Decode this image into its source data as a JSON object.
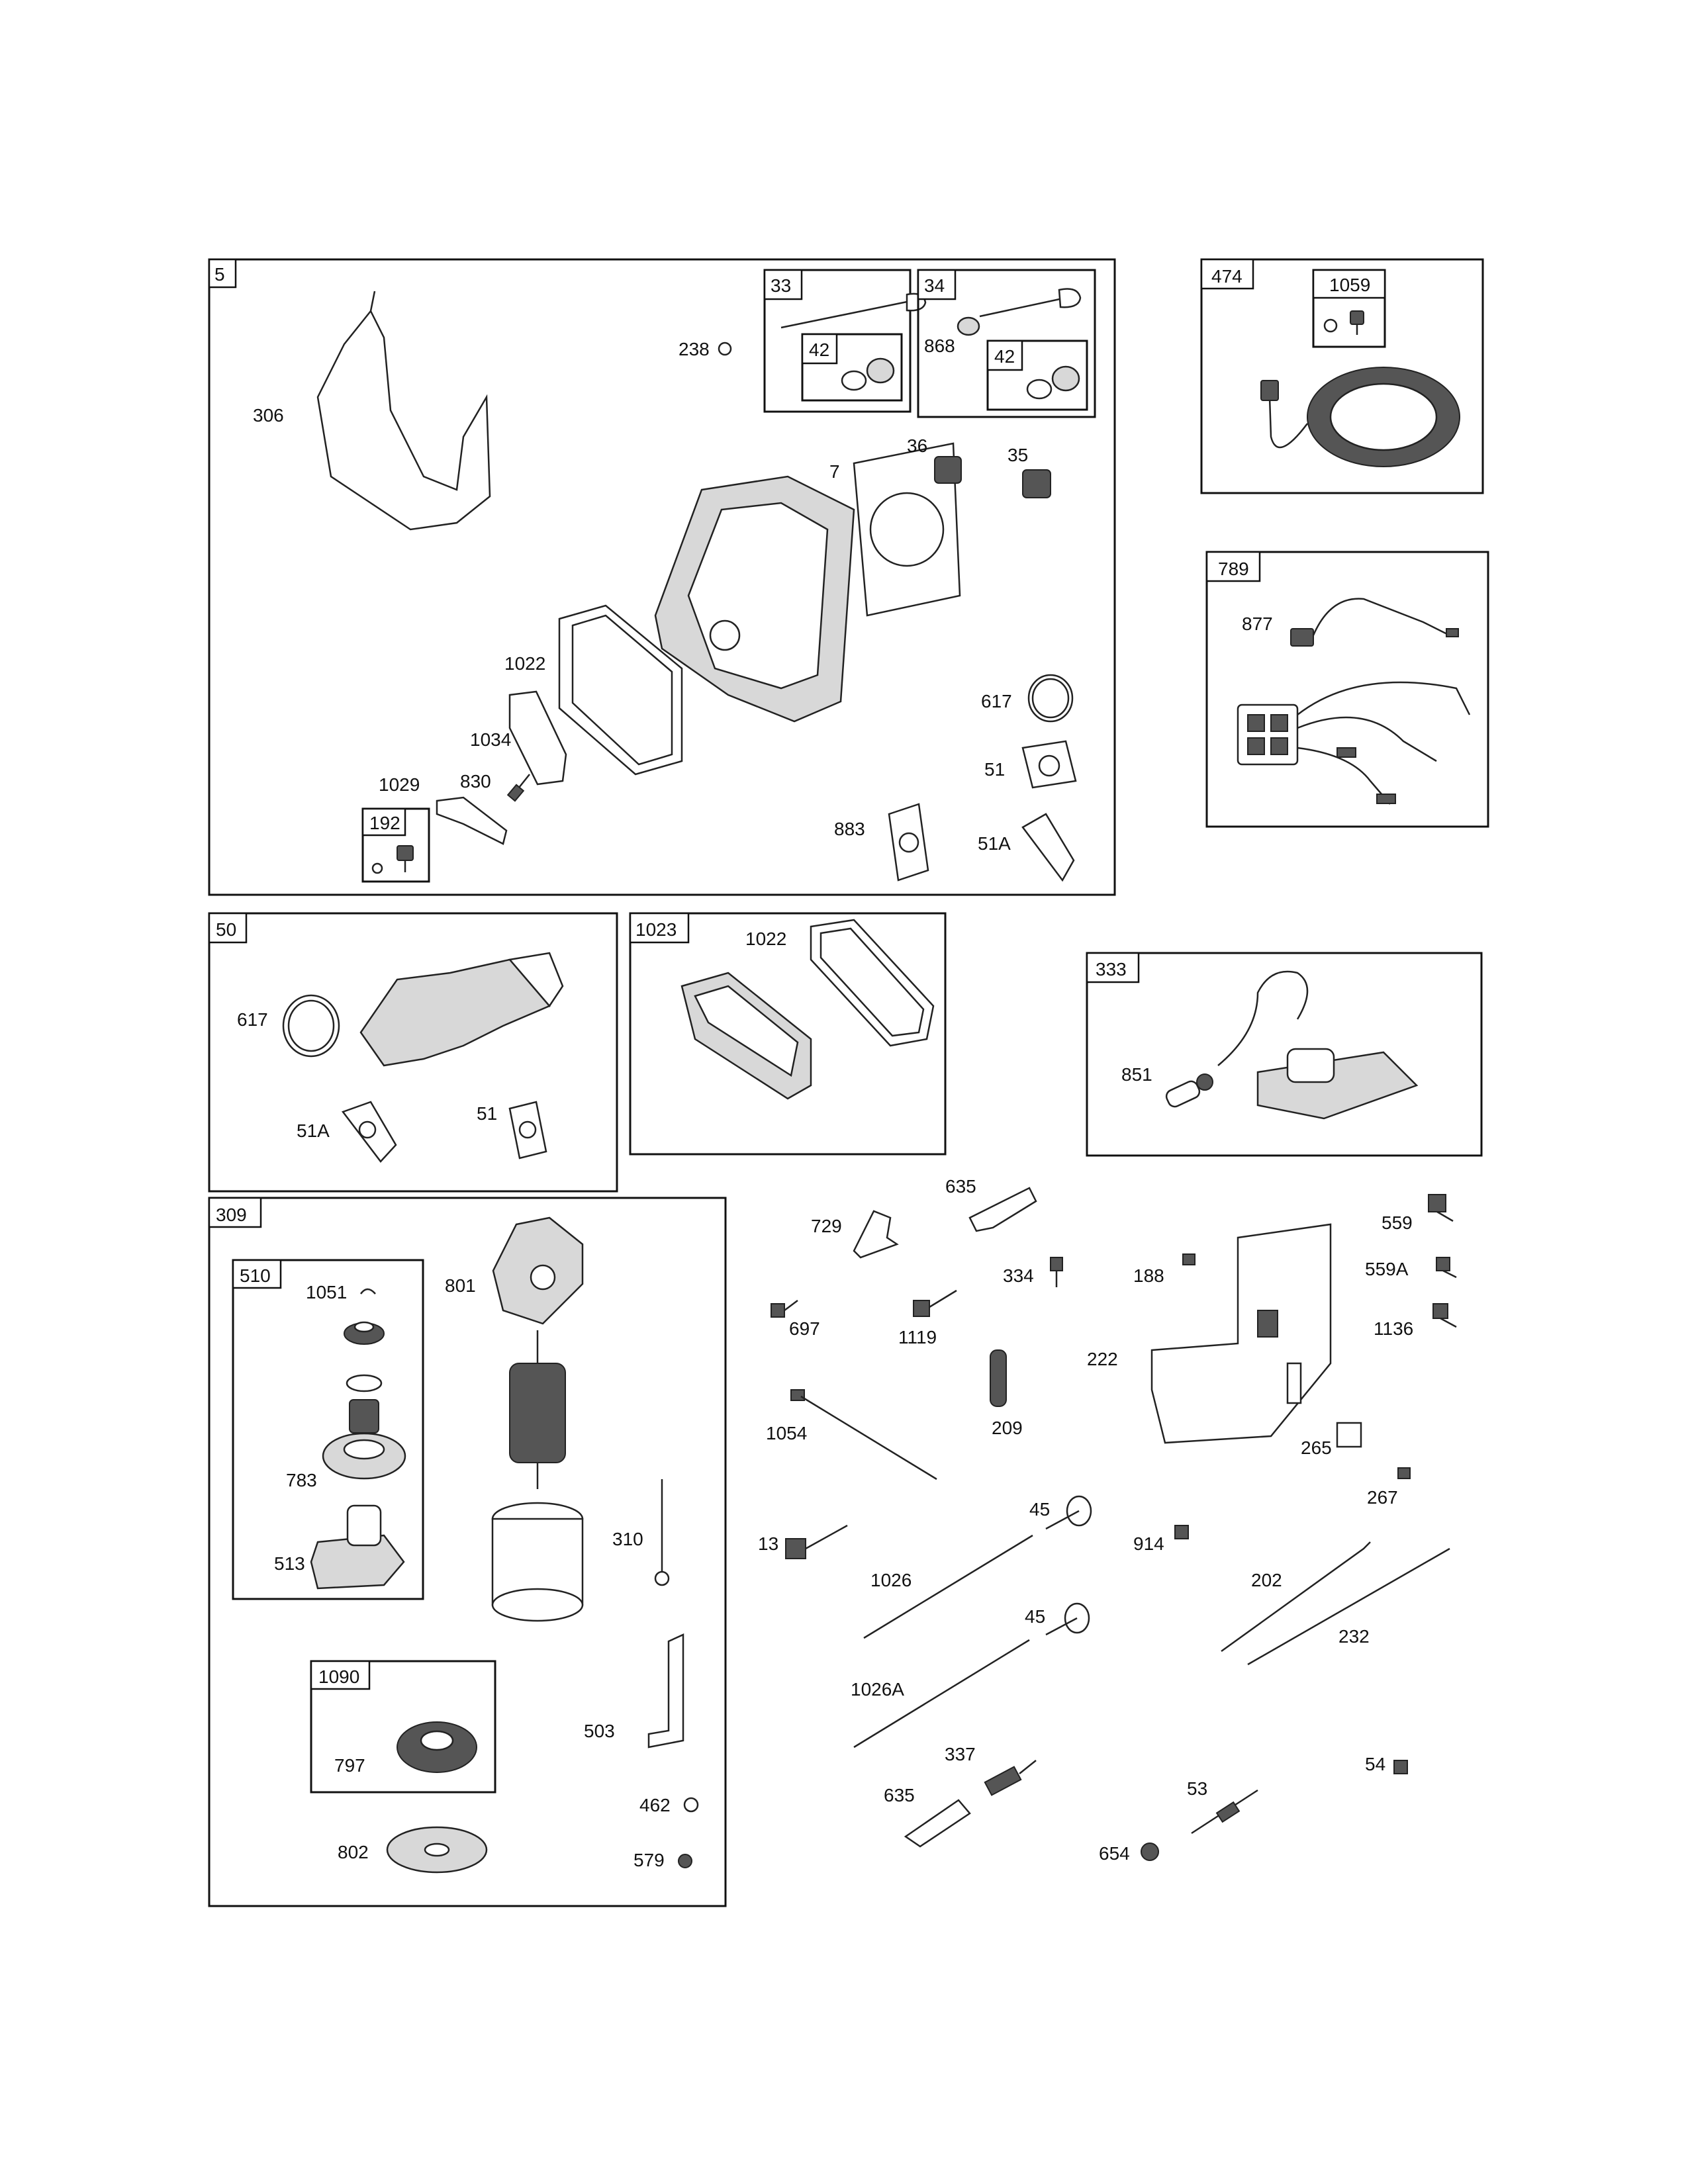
{
  "groups": {
    "g5": "5",
    "g33": "33",
    "g34": "34",
    "g42a": "42",
    "g42b": "42",
    "g474": "474",
    "g1059": "1059",
    "g789": "789",
    "g192": "192",
    "g50": "50",
    "g1023": "1023",
    "g333": "333",
    "g309": "309",
    "g510": "510",
    "g1090": "1090"
  },
  "labels": {
    "l306": "306",
    "l238": "238",
    "l868": "868",
    "l7": "7",
    "l36": "36",
    "l35": "35",
    "l1022a": "1022",
    "l1034": "1034",
    "l1029": "1029",
    "l830": "830",
    "l617a": "617",
    "l51a": "51",
    "l883": "883",
    "l51Aa": "51A",
    "l877": "877",
    "l617b": "617",
    "l51Ab": "51A",
    "l51b": "51",
    "l1022b": "1022",
    "l851": "851",
    "l1051": "1051",
    "l801": "801",
    "l783": "783",
    "l513": "513",
    "l310": "310",
    "l797": "797",
    "l503": "503",
    "l462": "462",
    "l802": "802",
    "l579": "579",
    "l729": "729",
    "l635a": "635",
    "l334": "334",
    "l697": "697",
    "l1119": "1119",
    "l1054": "1054",
    "l209": "209",
    "l188": "188",
    "l222": "222",
    "l559": "559",
    "l559A": "559A",
    "l1136": "1136",
    "l265": "265",
    "l267": "267",
    "l13": "13",
    "l45a": "45",
    "l1026": "1026",
    "l914": "914",
    "l45b": "45",
    "l202": "202",
    "l232": "232",
    "l1026A": "1026A",
    "l337": "337",
    "l635b": "635",
    "l53": "53",
    "l54": "54",
    "l654": "654"
  }
}
